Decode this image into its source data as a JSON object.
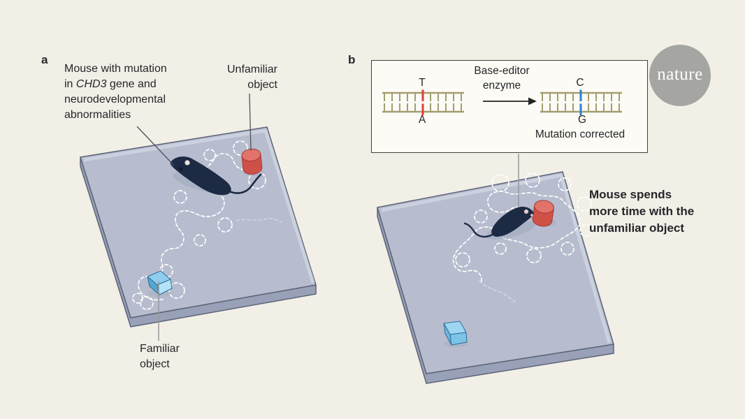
{
  "figure": {
    "panel_a": {
      "panel_letter": "a",
      "mouse_label": {
        "pre": "Mouse with mutation\nin ",
        "gene": "CHD3",
        "post": " gene and\nneurodevelopmental\nabnormalities"
      },
      "unfamiliar_object_label": "Unfamiliar\nobject",
      "familiar_object_label": "Familiar\nobject"
    },
    "panel_b": {
      "panel_letter": "b",
      "enzyme_label": "Base-editor\nenzyme",
      "dna_before": {
        "top_base": "T",
        "bottom_base": "A"
      },
      "dna_after": {
        "top_base": "C",
        "bottom_base": "G"
      },
      "mutation_corrected_label": "Mutation corrected",
      "result_label": "Mouse spends\nmore time with the\nunfamiliar object"
    },
    "logo_text": "nature",
    "colors": {
      "background": "#f2efe7",
      "platform_top": "#b7bdce",
      "platform_side": "#98a1b7",
      "platform_rim": "#cbd1de",
      "platform_outline": "#5d6478",
      "mouse_body": "#1c2a44",
      "unfamiliar_object_red": "#cf5047",
      "unfamiliar_object_red_top": "#e2736b",
      "familiar_object_blue": "#8ecdec",
      "familiar_object_blue_dark": "#58a5d0",
      "trail_white": "#ffffff",
      "dna_rail_olive": "#a39e70",
      "mutation_red": "#e03e36",
      "corrected_blue": "#2b7fd4",
      "logo_gray": "#a5a5a2",
      "text_dark": "#26262a"
    }
  }
}
